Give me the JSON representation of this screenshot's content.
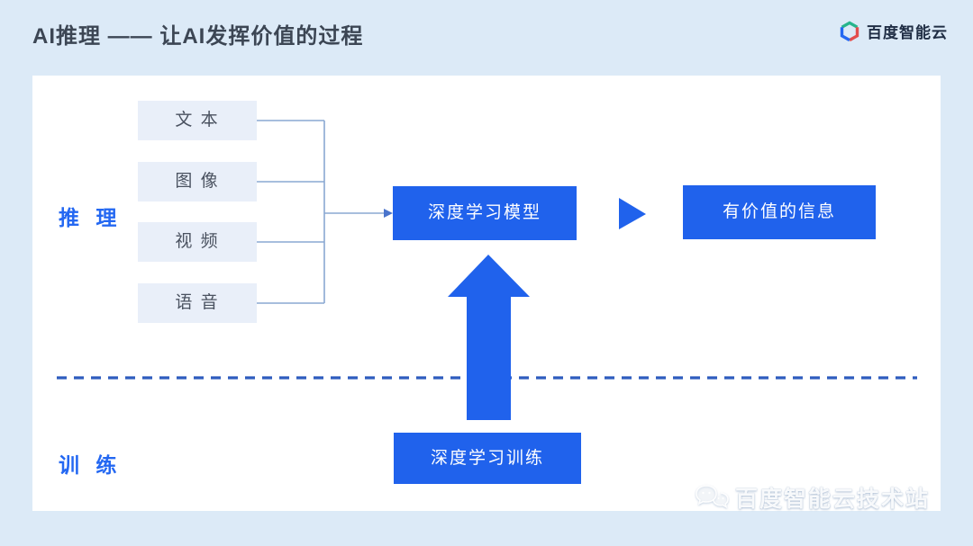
{
  "header": {
    "title": "AI推理 —— 让AI发挥价值的过程",
    "brand": {
      "name": "百度智能云",
      "logo_icon": "baidu-cloud-hexagon-icon"
    }
  },
  "diagram": {
    "section_labels": {
      "inference": "推 理",
      "training": "训 练"
    },
    "input_boxes": [
      "文 本",
      "图 像",
      "视 频",
      "语 音"
    ],
    "model_box": "深度学习模型",
    "output_box": "有价值的信息",
    "training_box": "深度学习训练"
  },
  "watermark": {
    "text": "百度智能云技术站",
    "icon": "chat-bubbles-icon"
  },
  "colors": {
    "accent": "#2062EC",
    "page-bg": "#DCEAF7",
    "card-bg": "#FFFFFF",
    "input-box-bg": "#E9EFF9",
    "input-box-text": "#4A5260",
    "title-text": "#3C4654",
    "section-label": "#2468F2",
    "dashed-line": "#2E5CBE",
    "connector-line": "#8AA8D2"
  }
}
